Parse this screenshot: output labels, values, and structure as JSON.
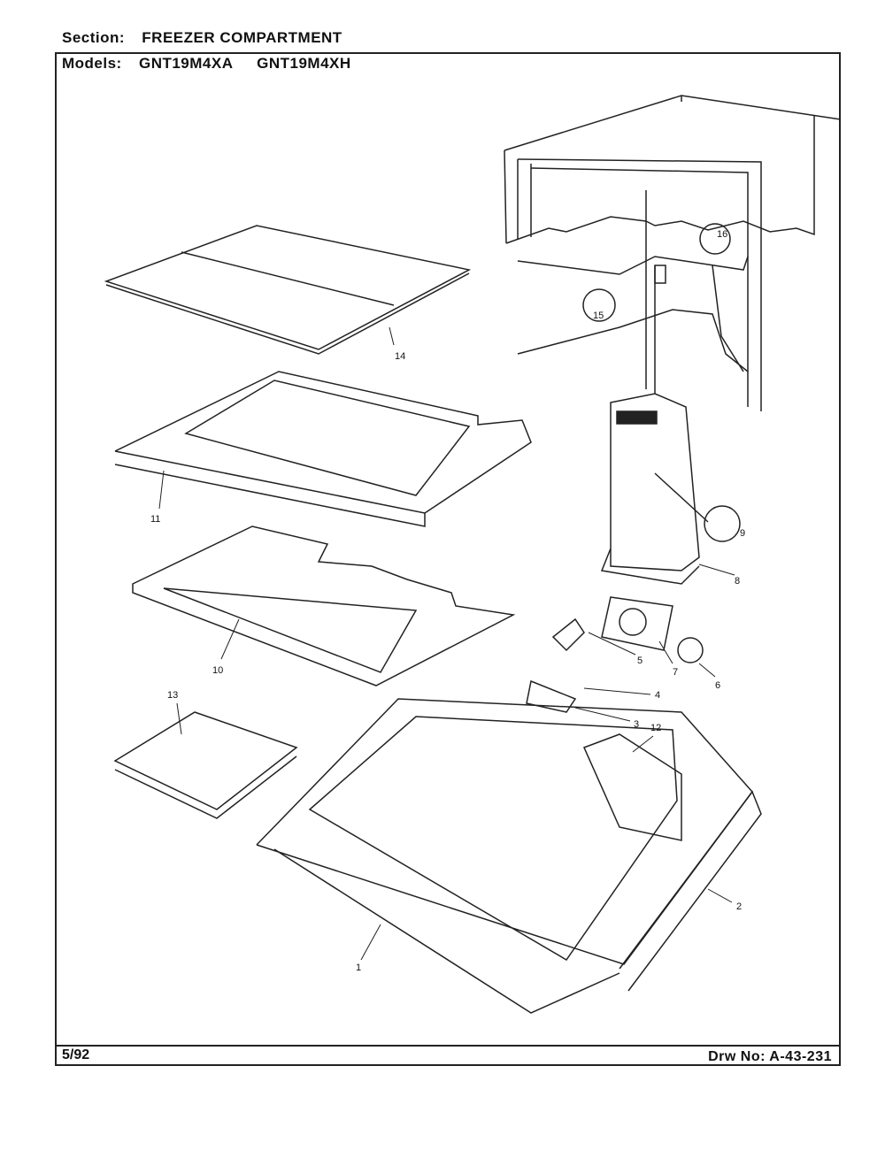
{
  "header": {
    "section_label": "Section:",
    "section_value": "FREEZER COMPARTMENT",
    "models_label": "Models:",
    "models": [
      "GNT19M4XA",
      "GNT19M4XH"
    ]
  },
  "footer": {
    "date": "5/92",
    "drawing_number": "Drw No: A-43-231"
  },
  "callouts": {
    "c1": "1",
    "c2": "2",
    "c3": "3",
    "c4": "4",
    "c5": "5",
    "c6": "6",
    "c7": "7",
    "c8": "8",
    "c9": "9",
    "c10": "10",
    "c11": "11",
    "c12": "12",
    "c13": "13",
    "c14": "14",
    "c15": "15",
    "c16": "16"
  }
}
